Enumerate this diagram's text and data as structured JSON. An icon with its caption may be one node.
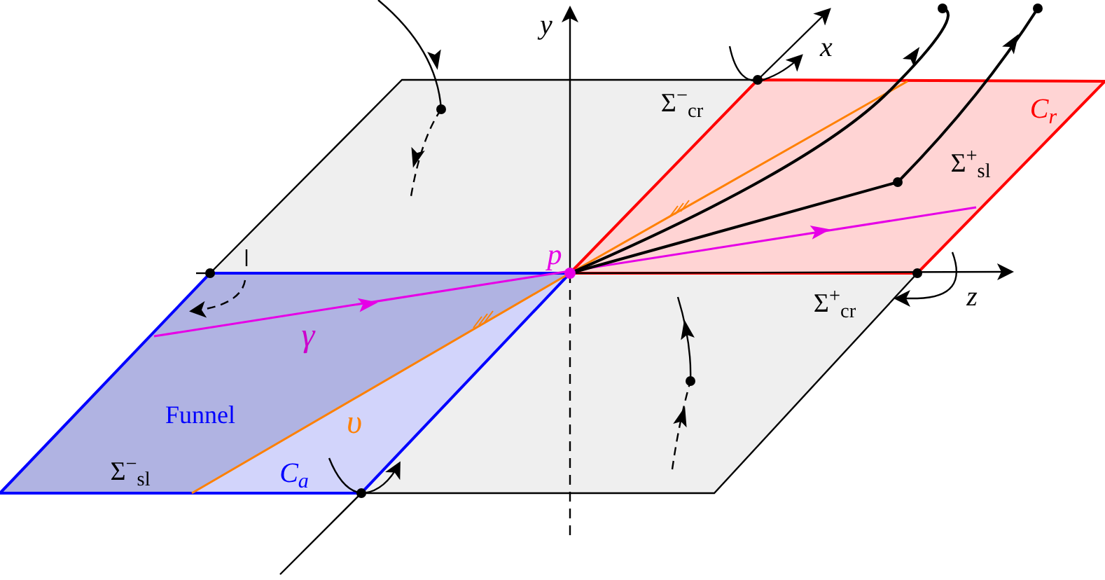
{
  "diagram": {
    "labels": [
      "y",
      "x",
      "Σ$^{−}$$_{cr}$",
      "C$_{r}$",
      "Σ$^{+}$$_{sl}$",
      "p",
      "γ",
      "Σ$^{+}$$_{cr}$",
      "z",
      "Funnel",
      "υ",
      "Σ$^{−}$$_{sl}$",
      "C$_{a}$"
    ]
  }
}
